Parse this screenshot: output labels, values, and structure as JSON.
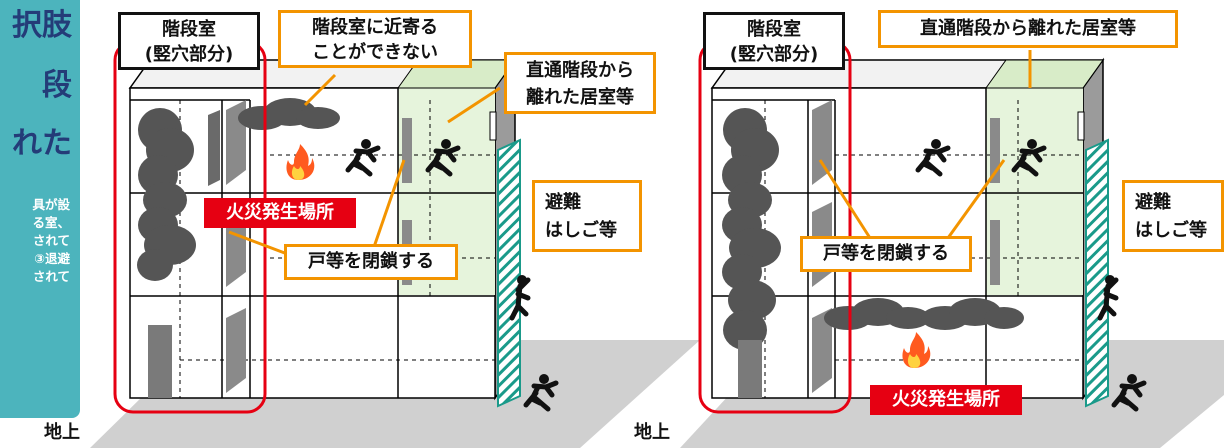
{
  "side_panel": {
    "heading_lines": [
      "択肢",
      "段",
      "れた"
    ],
    "body_lines": [
      "具が設",
      "る室、",
      "されて",
      "③退避",
      "されて"
    ]
  },
  "diagrams": [
    {
      "stair_label": [
        "階段室",
        "(竪穴部分)"
      ],
      "callouts": {
        "cannot_approach": [
          "階段室に近寄る",
          "ことができない"
        ],
        "far_room": [
          "直通階段から",
          "離れた居室等"
        ],
        "escape_ladder": [
          "避難",
          "はしご等"
        ],
        "close_doors": "戸等を閉鎖する"
      },
      "fire_label": "火災発生場所",
      "ground_label": "地上"
    },
    {
      "stair_label": [
        "階段室",
        "(竪穴部分)"
      ],
      "callouts": {
        "far_room": "直通階段から離れた居室等",
        "escape_ladder": [
          "避難",
          "はしご等"
        ],
        "close_doors": "戸等を閉鎖する"
      },
      "fire_label": "火災発生場所",
      "ground_label": "地上"
    }
  ],
  "colors": {
    "callout_border": "#f39400",
    "fire_label_bg": "#e60012",
    "stair_outline": "#e60012",
    "ladder": "#1a9a8a",
    "room_highlight": "#e6f4dc",
    "smoke": "#555555",
    "side_panel": "#4cb4bd"
  }
}
